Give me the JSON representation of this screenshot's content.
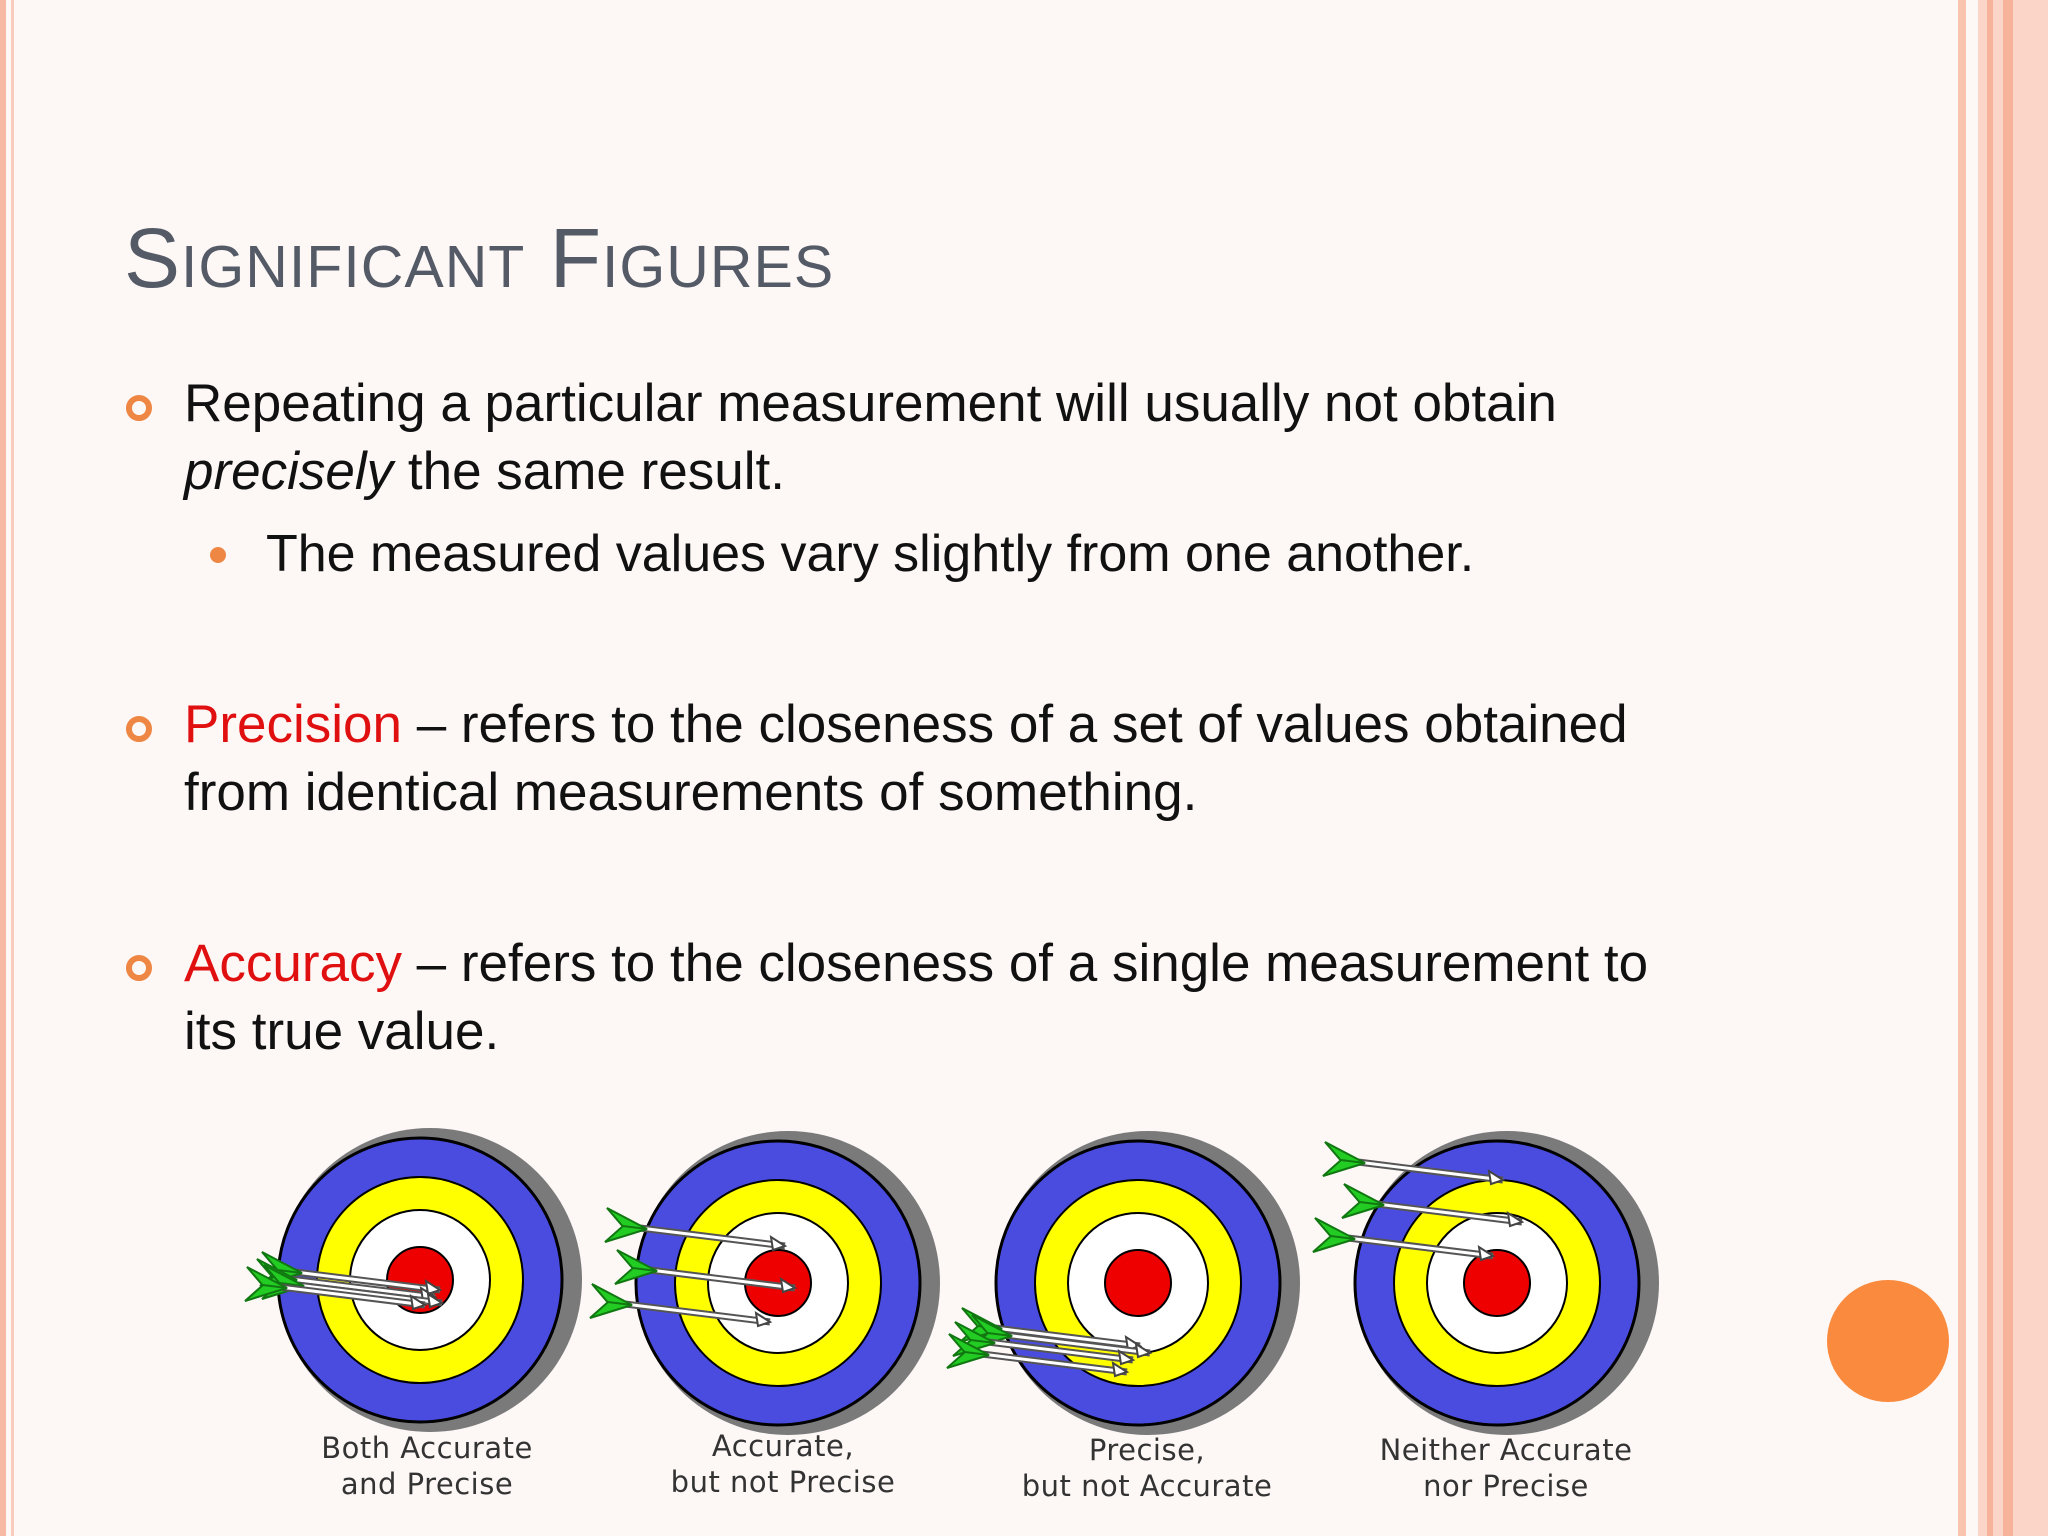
{
  "slide": {
    "title": "Significant Figures",
    "bullet1": {
      "line1": "Repeating a particular measurement will usually not obtain",
      "emphasis": "precisely",
      "line2_rest": " the same result.",
      "sub": "The measured values vary slightly from one another."
    },
    "bullet2": {
      "term": "Precision",
      "line1_rest": " – refers to the closeness of a set of values obtained",
      "line2": "from identical measurements of something."
    },
    "bullet3": {
      "term": "Accuracy",
      "line1_rest": " – refers to the closeness of a single measurement to",
      "line2": "its true value."
    }
  },
  "targets": [
    {
      "caption_line1": "Both Accurate",
      "caption_line2": "and Precise"
    },
    {
      "caption_line1": "Accurate,",
      "caption_line2": "but not Precise"
    },
    {
      "caption_line1": "Precise,",
      "caption_line2": "but not Accurate"
    },
    {
      "caption_line1": "Neither Accurate",
      "caption_line2": "nor Precise"
    }
  ],
  "colors": {
    "accent": "#ee8644",
    "term": "#e01010",
    "title": "#545a66",
    "ring_blue": "#4a4ce0",
    "ring_yellow": "#ffff00",
    "bullseye": "#ee0000",
    "fletching": "#22cc22"
  }
}
